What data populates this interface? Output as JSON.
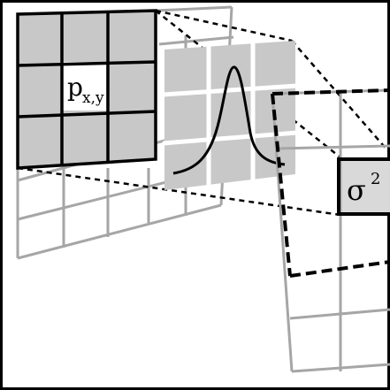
{
  "labels": {
    "input_pixel": "p",
    "input_pixel_subscript": "x,y",
    "output_value": "σ",
    "output_value_superscript": "2"
  },
  "colors": {
    "background": "#ffffff",
    "frame": "#000000",
    "grid_faded": "#a6a6a6",
    "window_fill": "#c8c8c8",
    "kernel_fill": "#c8c8c8",
    "kernel_gap": "#ffffff",
    "center_cell_fill": "#ffffff",
    "output_cell_fill": "#d9d9d9",
    "connector": "#000000"
  },
  "icons": {
    "kernel_curve": "gaussian-bell-curve-icon"
  }
}
